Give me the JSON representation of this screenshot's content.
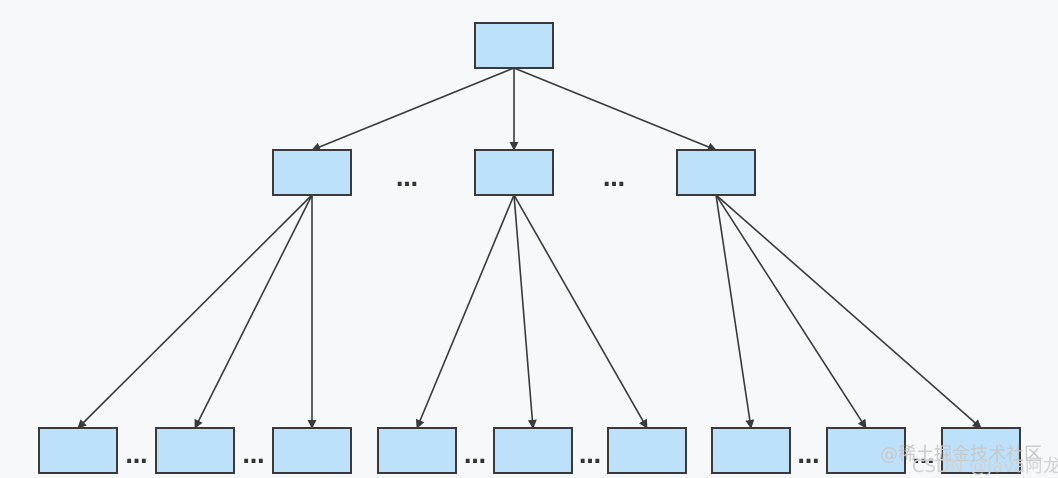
{
  "diagram": {
    "type": "tree",
    "colors": {
      "node_fill": "#bde0fb",
      "stroke": "#3a3a3a",
      "background": "#f7f8fa"
    },
    "ellipsis": "…",
    "levels": 3,
    "children_shown": {
      "root": 3,
      "middle": 3
    }
  },
  "watermark": {
    "line1": "@稀土掘金技术社区",
    "line2": "CSDN @Java阿龙"
  }
}
